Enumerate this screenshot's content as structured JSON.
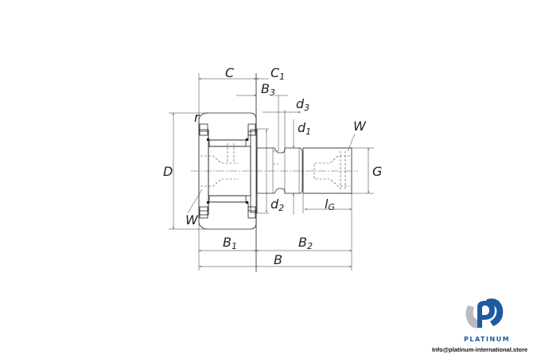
{
  "diagram": {
    "title_hidden": null,
    "labels": {
      "C": {
        "main": "C",
        "sub": ""
      },
      "C1": {
        "main": "C",
        "sub": "1"
      },
      "B3": {
        "main": "B",
        "sub": "3"
      },
      "d3": {
        "main": "d",
        "sub": "3"
      },
      "d1": {
        "main": "d",
        "sub": "1"
      },
      "d2": {
        "main": "d",
        "sub": "2"
      },
      "W_top": {
        "main": "W",
        "sub": ""
      },
      "W_bottom": {
        "main": "W",
        "sub": ""
      },
      "r": {
        "main": "r",
        "sub": ""
      },
      "D": {
        "main": "D",
        "sub": ""
      },
      "G": {
        "main": "G",
        "sub": ""
      },
      "lG": {
        "main": "l",
        "sub": "G"
      },
      "B1": {
        "main": "B",
        "sub": "1"
      },
      "B2": {
        "main": "B",
        "sub": "2"
      },
      "B": {
        "main": "B",
        "sub": ""
      }
    }
  },
  "branding": {
    "name": "PLATINUM",
    "email": "Info@platinum-international.store",
    "colors": {
      "primary": "#1e5aa0",
      "secondary": "#b8bcc2"
    }
  }
}
